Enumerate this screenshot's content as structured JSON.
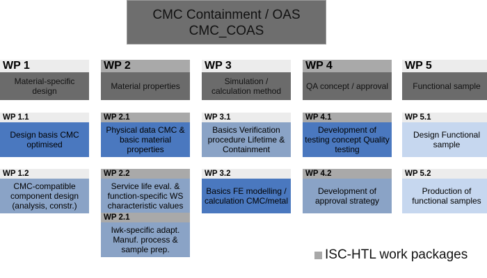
{
  "title": {
    "line1": "CMC Containment / OAS",
    "line2": "CMC_COAS"
  },
  "legend": {
    "label": "ISC-HTL work packages"
  },
  "work_packages": [
    {
      "id": "WP 1",
      "name": "Material-specific design",
      "head_bg": "#ececec",
      "subs": [
        {
          "id": "WP 1.1",
          "label": "Design basis CMC optimised",
          "color": "dblue",
          "isc": false
        },
        {
          "id": "WP 1.2",
          "label": "CMC-compatible component design (analysis, constr.)",
          "color": "gblue",
          "isc": false
        }
      ]
    },
    {
      "id": "WP 2",
      "name": "Material properties",
      "head_bg": "#a9a9a9",
      "subs": [
        {
          "id": "WP 2.1",
          "label": "Physical data CMC & basic material properties",
          "color": "dblue",
          "isc": true
        },
        {
          "id": "WP 2.2",
          "label": "Service life eval. & function-specific WS characteristic values",
          "color": "gblue",
          "isc": true
        },
        {
          "id": "WP 2.1",
          "label": "Iwk-specific adapt. Manuf. process & sample prep.",
          "color": "gblue",
          "isc": true
        }
      ]
    },
    {
      "id": "WP 3",
      "name": "Simulation / calculation method",
      "head_bg": "#ececec",
      "subs": [
        {
          "id": "WP 3.1",
          "label": "Basics Verification procedure Lifetime & Containment",
          "color": "gblue",
          "isc": false
        },
        {
          "id": "WP 3.2",
          "label": "Basics FE modelling / calculation CMC/metal",
          "color": "dblue",
          "isc": false
        }
      ]
    },
    {
      "id": "WP 4",
      "name": "QA concept / approval",
      "head_bg": "#a9a9a9",
      "subs": [
        {
          "id": "WP 4.1",
          "label": "Development of testing concept Quality testing",
          "color": "dblue",
          "isc": true
        },
        {
          "id": "WP 4.2",
          "label": "Development of approval strategy",
          "color": "gblue",
          "isc": true
        }
      ]
    },
    {
      "id": "WP 5",
      "name": "Functional sample",
      "head_bg": "#ececec",
      "subs": [
        {
          "id": "WP 5.1",
          "label": "Design Functional sample",
          "color": "lblue",
          "isc": false
        },
        {
          "id": "WP 5.2",
          "label": "Production of functional samples",
          "color": "lblue",
          "isc": false
        }
      ]
    }
  ]
}
